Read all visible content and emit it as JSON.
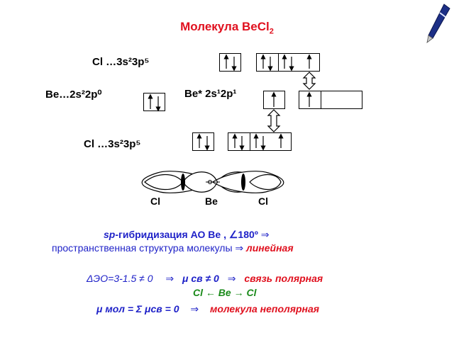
{
  "title": "Молекула BeCl",
  "title_sub": "2",
  "config": {
    "cl_top": "Cl …3s²3p⁵",
    "be_ground": "Be…2s²2p⁰",
    "be_excited": "Be* 2s¹2p¹",
    "cl_bottom": "Cl …3s²3p⁵"
  },
  "atoms": {
    "left": "Cl",
    "center": "Be",
    "right": "Cl"
  },
  "text": {
    "hybrid_prefix": "sp",
    "hybrid_rest": "-гибридизация АО  Be ,",
    "angle": "180º",
    "arrow": "⇒",
    "structure": "пространственная структура молекулы",
    "linear": "линейная",
    "delta_eo": "ΔЭО=3-1.5 ≠ 0",
    "mu_bond": "μ св ≠ 0",
    "bond_polar": "связь полярная",
    "dipole": "Cl ← Be → Cl",
    "mu_mol": "μ мол = Σ μсв = 0",
    "mol_nonpolar": "молекула  неполярная"
  },
  "colors": {
    "title": "#e0101e",
    "blue": "#1f22c8",
    "red": "#e0101e",
    "green": "#1a8a1a"
  }
}
